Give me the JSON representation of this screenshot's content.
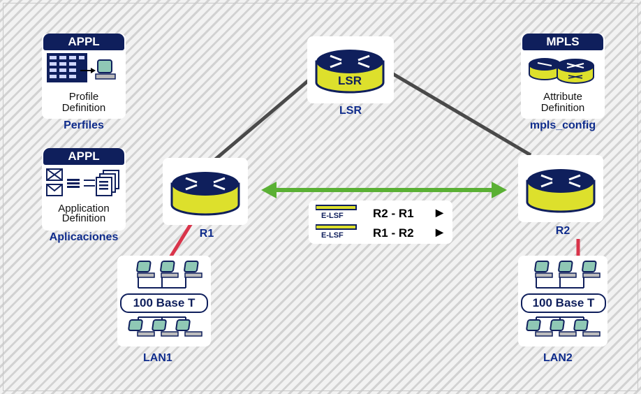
{
  "top_left": {
    "badge": "APPL",
    "line1": "Profile",
    "line2": "Definition",
    "caption": "Perfiles"
  },
  "mid_left": {
    "badge": "APPL",
    "line1": "Application",
    "line2": "Definition",
    "caption": "Aplicaciones"
  },
  "top_right": {
    "badge": "MPLS",
    "line1": "Attribute",
    "line2": "Definition",
    "caption": "mpls_config"
  },
  "routers": {
    "lsr_face": "LSR",
    "lsr_label": "LSR",
    "r1_label": "R1",
    "r2_label": "R2"
  },
  "lans": {
    "lan1_label": "LAN1",
    "lan2_label": "LAN2",
    "lan1_base": "100 Base T",
    "lan2_base": "100 Base T"
  },
  "legend": {
    "tag1": "E-LSF",
    "tag2": "E-LSF",
    "row1": "R2 - R1",
    "row2": "R1 - R2",
    "arrow": "▶"
  },
  "colors": {
    "navy": "#0f1f5c",
    "router_yellow": "#dde02c",
    "link_gray": "#4a4a4a",
    "lsp_green": "#5ab034",
    "lan_red": "#d9344a",
    "caption_blue": "#0f2c8c"
  },
  "icons": {
    "router": "router-icon",
    "workstation": "workstation-icon",
    "profile": "profile-config-icon",
    "application": "application-config-icon",
    "mpls": "mpls-config-icon"
  }
}
